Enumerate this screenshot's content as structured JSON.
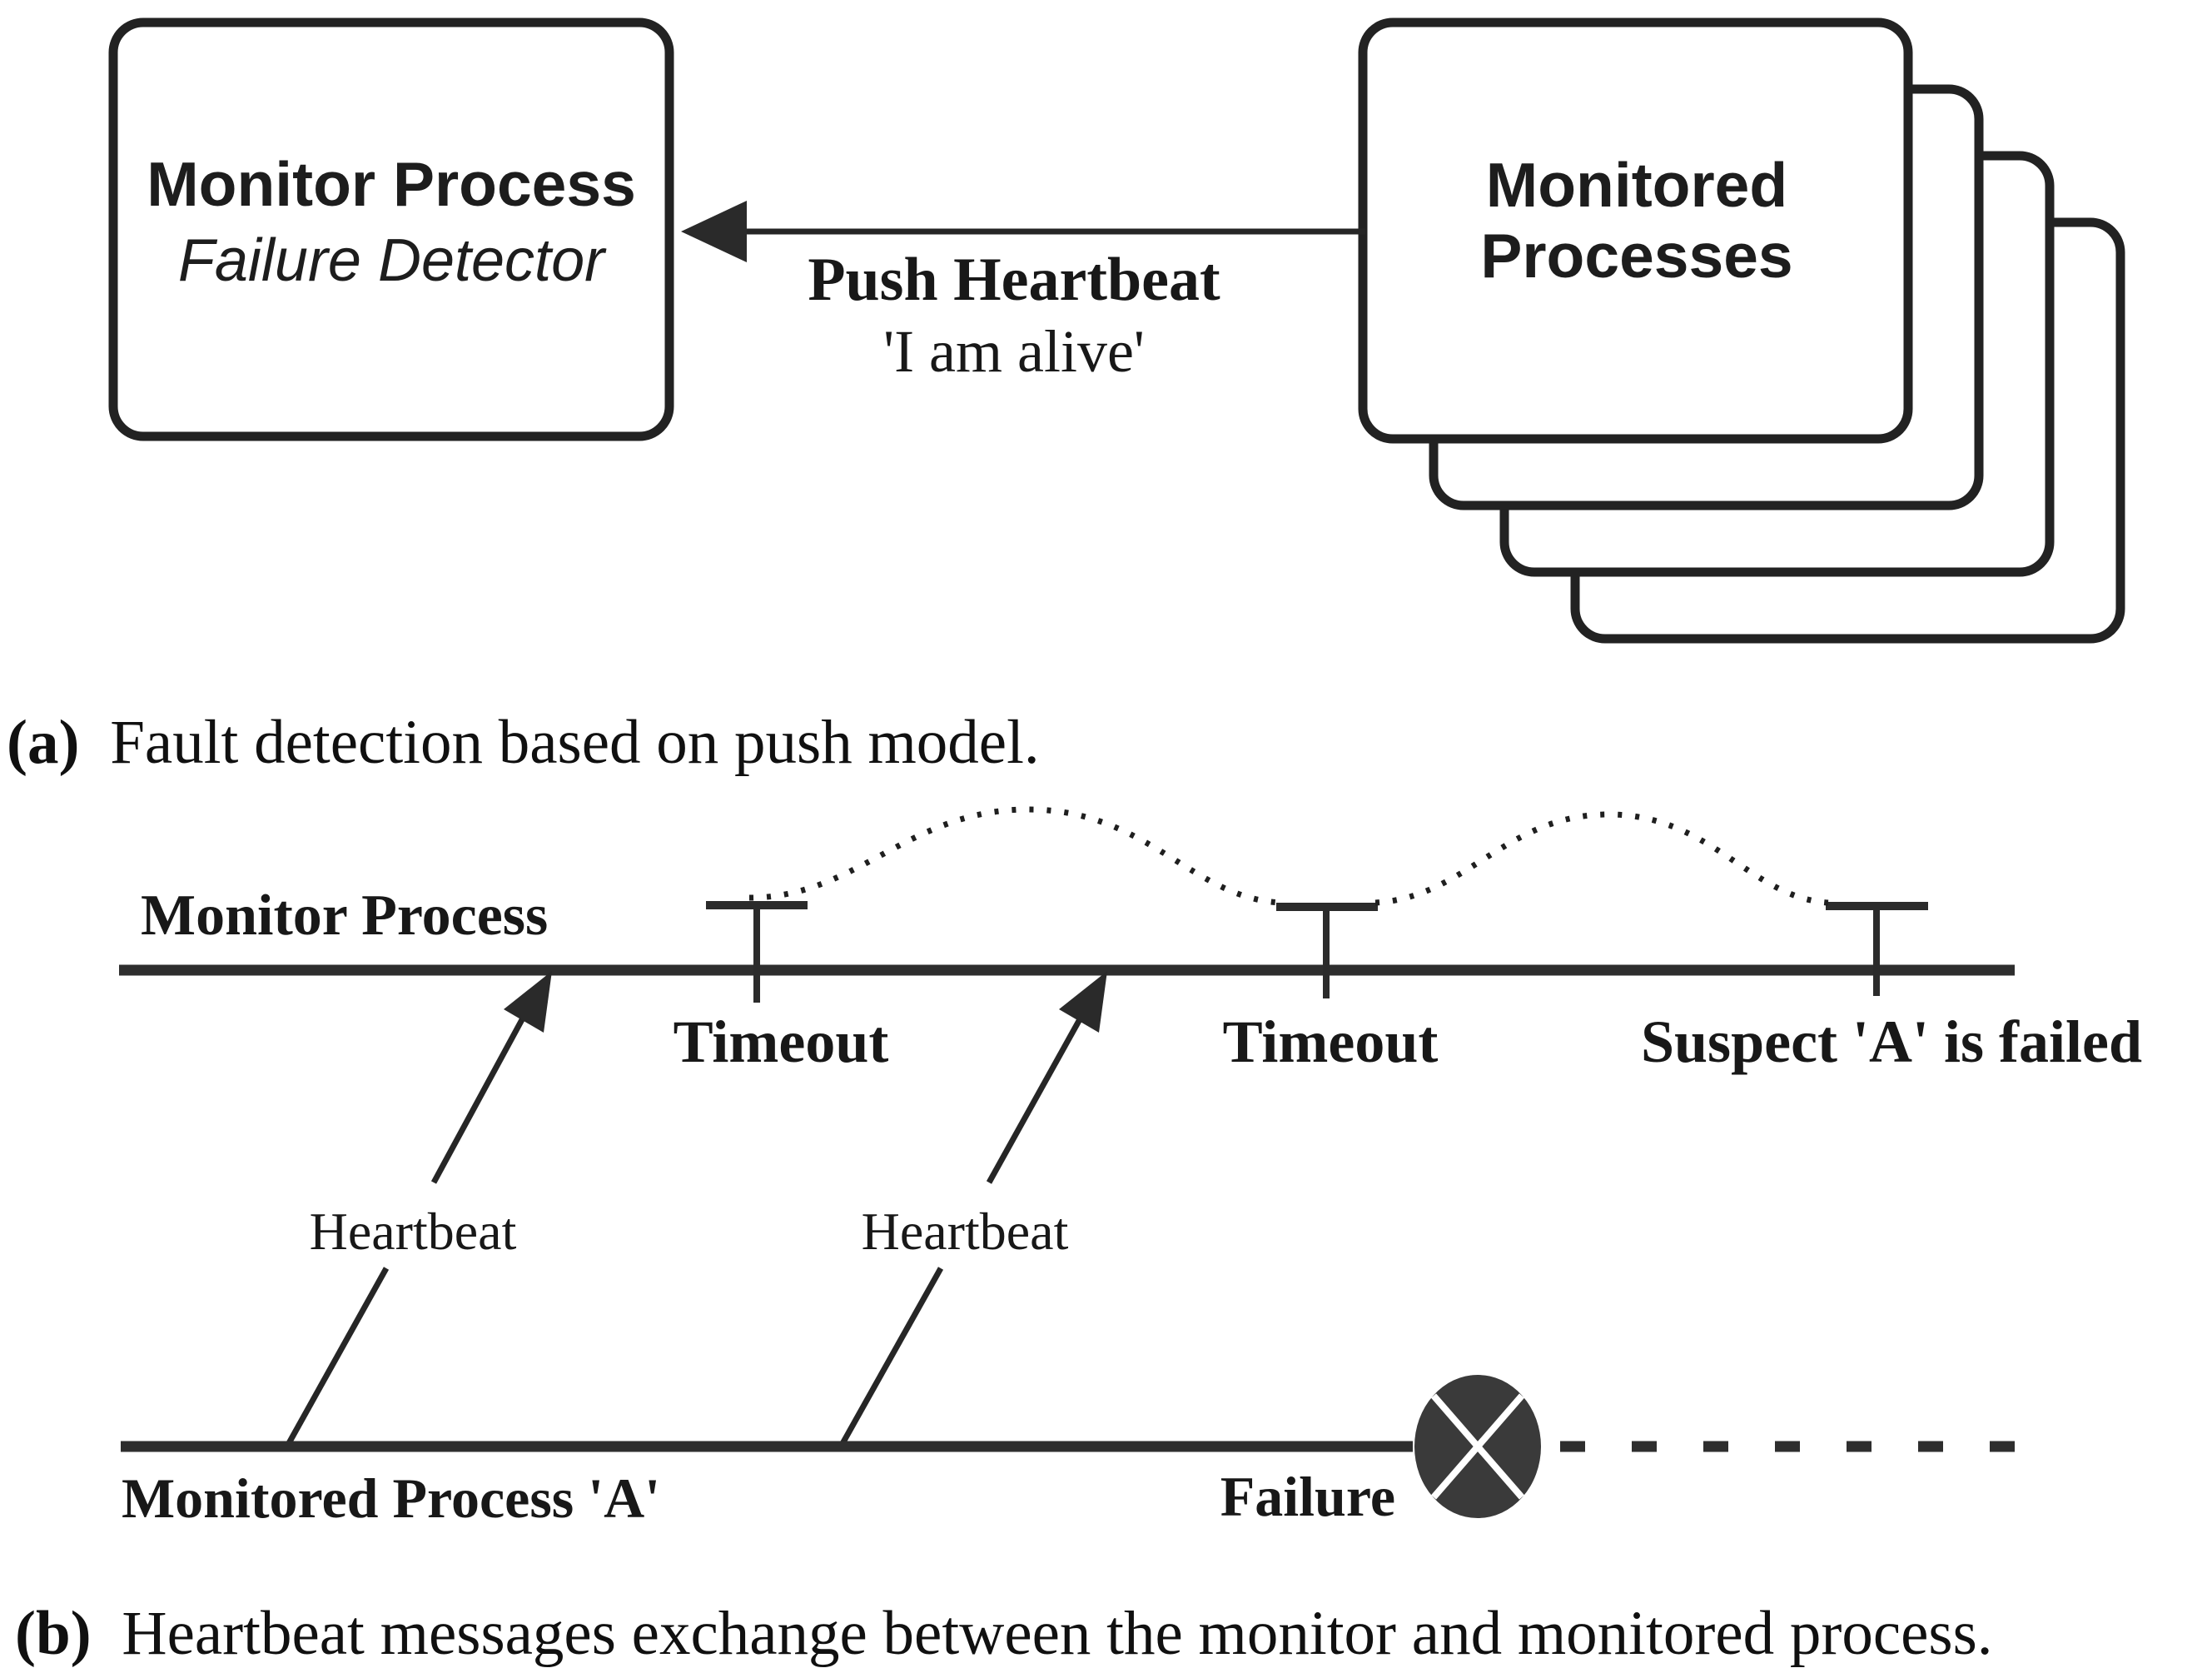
{
  "colors": {
    "background": "#ffffff",
    "ink": "#262626",
    "text": "#1d1d1d",
    "failure_marker_fill": "#3a3a3a",
    "failure_marker_cross": "#ffffff"
  },
  "panel_a": {
    "monitor_box": {
      "title": "Monitor Process",
      "subtitle": "Failure Detector"
    },
    "monitored_stack": {
      "line1": "Monitored",
      "line2": "Processes"
    },
    "push_arrow": {
      "label": "Push Heartbeat",
      "sublabel": "'I am alive'"
    },
    "caption": {
      "tag": "(a)",
      "text": "Fault detection based on push model."
    }
  },
  "panel_b": {
    "monitor_timeline_label": "Monitor Process",
    "monitored_timeline_label": "Monitored Process 'A'",
    "timeout_labels": [
      "Timeout",
      "Timeout"
    ],
    "suspect_label": "Suspect 'A' is failed",
    "heartbeat_labels": [
      "Heartbeat",
      "Heartbeat"
    ],
    "failure_label": "Failure",
    "caption": {
      "tag": "(b)",
      "text": "Heartbeat messages exchange between the monitor and monitored process."
    }
  }
}
